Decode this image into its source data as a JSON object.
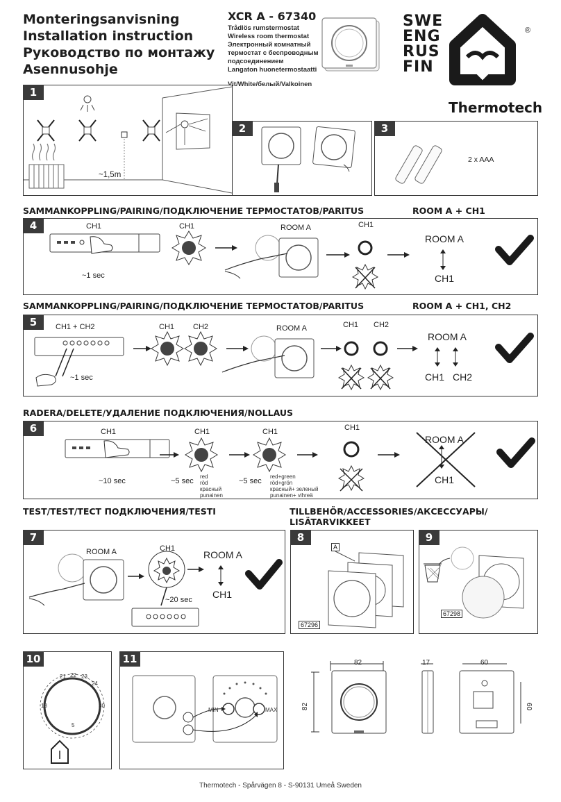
{
  "header": {
    "titles": [
      "Monteringsanvisning",
      "Installation instruction",
      "Руководство по монтажу",
      "Asennusohje"
    ],
    "product_title": "XCR A - 67340",
    "product_desc": [
      "Trådlös rumstermostat",
      "Wireless room thermostat",
      "Электронный комнатный",
      "термостат с беспроводным",
      "подсоединением",
      "Langaton huonetermostaatti"
    ],
    "colors": "Vit/White/белый/Valkoinen",
    "logo_lines": [
      "SWE",
      "ENG",
      "RUS",
      "FIN"
    ],
    "registered": "®",
    "brand": "Thermotech"
  },
  "steps": {
    "s1": {
      "num": "1",
      "height_label": "~1,5m"
    },
    "s2": {
      "num": "2"
    },
    "s3": {
      "num": "3",
      "battery": "2 x AAA"
    },
    "s4": {
      "num": "4",
      "ch1_a": "CH1",
      "ch1_b": "CH1",
      "room": "ROOM A",
      "ch1_c": "CH1",
      "room_r": "ROOM A",
      "ch1_r": "CH1",
      "time": "~1 sec"
    },
    "s5": {
      "num": "5",
      "ch12": "CH1 + CH2",
      "ch1_a": "CH1",
      "ch2_a": "CH2",
      "room": "ROOM A",
      "ch1_b": "CH1",
      "ch2_b": "CH2",
      "room_r": "ROOM A",
      "ch1_r": "CH1",
      "ch2_r": "CH2",
      "time": "~1 sec"
    },
    "s6": {
      "num": "6",
      "ch1_a": "CH1",
      "ch1_b": "CH1",
      "ch1_c": "CH1",
      "ch1_d": "CH1",
      "room_r": "ROOM A",
      "ch1_r": "CH1",
      "t1": "~10 sec",
      "t2": "~5 sec",
      "t3": "~5 sec",
      "red": [
        "red",
        "röd",
        "красный",
        "punainen"
      ],
      "redgreen": [
        "red+green",
        "röd+grön",
        "красный+ зеленый",
        "punainen+ vihreä"
      ]
    },
    "s7": {
      "num": "7",
      "room": "ROOM A",
      "ch1": "CH1",
      "room_r": "ROOM A",
      "ch1_r": "CH1",
      "time": "~20 sec"
    },
    "s8": {
      "num": "8",
      "tag_a": "A",
      "code": "67296"
    },
    "s9": {
      "num": "9",
      "code": "67298"
    },
    "s10": {
      "num": "10",
      "dial": [
        "5",
        "18",
        "21",
        "22",
        "23",
        "24",
        "30"
      ]
    },
    "s11": {
      "num": "11",
      "min": "MIN",
      "max": "MAX"
    }
  },
  "sections": {
    "pair1": "SAMMANKOPPLING/PAIRING/ПОДКЛЮЧЕНИЕ ТЕРМОСТАТОВ/PARITUS",
    "pair1_r": "ROOM A + CH1",
    "pair2": "SAMMANKOPPLING/PAIRING/ПОДКЛЮЧЕНИЕ ТЕРМОСТАТОВ/PARITUS",
    "pair2_r": "ROOM A + CH1, CH2",
    "delete": "RADERA/DELETE/УДАЛЕНИЕ ПОДКЛЮЧЕНИЯ/NOLLAUS",
    "test": "TEST/TEST/ТЕСТ ПОДКЛЮЧЕНИЯ/TESTI",
    "accessories": [
      "TILLBEHÖR/ACCESSORIES/АКСЕССУАРЫ/",
      "LISÄTARVIKKEET"
    ]
  },
  "dimensions": {
    "w": "82",
    "h": "82",
    "d": "17",
    "w2": "60",
    "h2": "60"
  },
  "footer": "Thermotech - Spårvägen 8 - S-90131 Umeå Sweden"
}
